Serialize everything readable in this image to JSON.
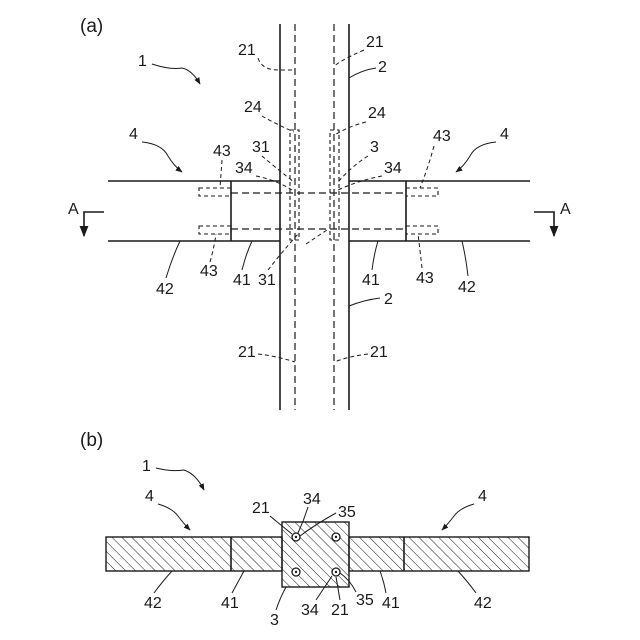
{
  "figure_a": {
    "caption": "(a)",
    "labels": {
      "assembly": "1",
      "column_a": "2",
      "column_b": "2",
      "hole_tl": "21",
      "hole_tr": "21",
      "hole_bl": "21",
      "hole_br": "21",
      "slot_l": "24",
      "slot_r": "24",
      "joint_tl": "31",
      "joint_bl": "31",
      "joint_r": "3",
      "bolt_l": "34",
      "bolt_r": "34",
      "beam_left": "4",
      "beam_right": "4",
      "end_tl": "43",
      "end_tr": "43",
      "end_bl": "43",
      "end_br": "43",
      "plate_l": "41",
      "plate_r": "41",
      "member_l": "42",
      "member_r": "42",
      "section_l": "A",
      "section_r": "A"
    }
  },
  "figure_b": {
    "caption": "(b)",
    "labels": {
      "assembly": "1",
      "beam_left": "4",
      "beam_right": "4",
      "hole_top": "21",
      "hole_bottom": "21",
      "bolt_top": "34",
      "bolt_bottom": "34",
      "nut_top": "35",
      "nut_bottom": "35",
      "block": "3",
      "plate_l": "41",
      "plate_r": "41",
      "member_l": "42",
      "member_r": "42"
    }
  }
}
